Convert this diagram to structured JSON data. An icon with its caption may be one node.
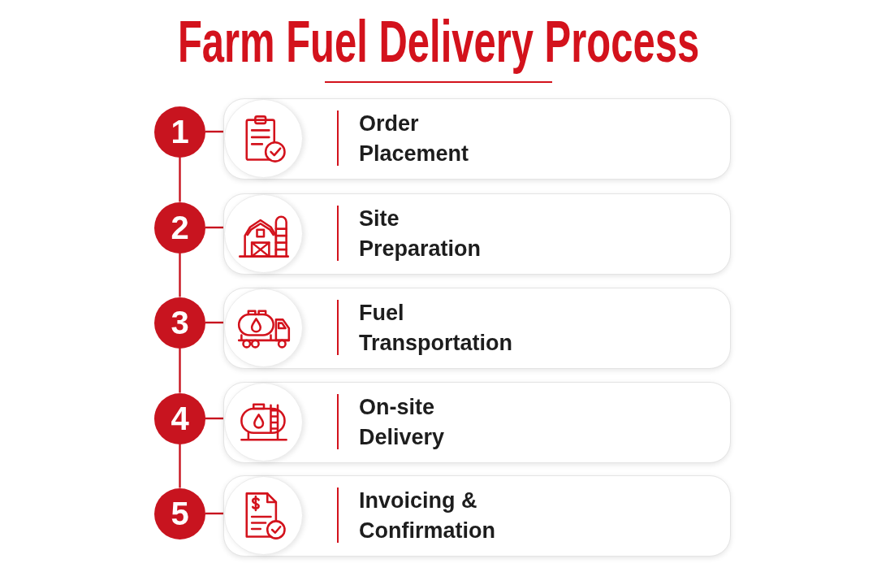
{
  "diagram": {
    "title": "Farm Fuel Delivery Process",
    "nodes": [
      {
        "text": [
          "1"
        ]
      },
      {
        "text": [
          "Order Placement"
        ]
      },
      {
        "text": [
          "2"
        ]
      },
      {
        "text": [
          "Site Preparation"
        ]
      },
      {
        "text": [
          "3"
        ]
      },
      {
        "text": [
          "Fuel Transportation"
        ]
      },
      {
        "text": [
          "4"
        ]
      },
      {
        "text": [
          "On-site Delivery"
        ]
      },
      {
        "text": [
          "5"
        ]
      },
      {
        "text": [
          "Invoicing & Confirmation"
        ]
      }
    ],
    "edges": [
      {
        "from": 0,
        "to": 1,
        "arrow": "none"
      },
      {
        "from": 0,
        "to": 2,
        "arrow": "none"
      },
      {
        "from": 2,
        "to": 3,
        "arrow": "none"
      },
      {
        "from": 2,
        "to": 4,
        "arrow": "none"
      },
      {
        "from": 4,
        "to": 5,
        "arrow": "none"
      },
      {
        "from": 4,
        "to": 6,
        "arrow": "none"
      },
      {
        "from": 6,
        "to": 7,
        "arrow": "none"
      },
      {
        "from": 6,
        "to": 8,
        "arrow": "none"
      },
      {
        "from": 8,
        "to": 9,
        "arrow": "none"
      }
    ]
  }
}
